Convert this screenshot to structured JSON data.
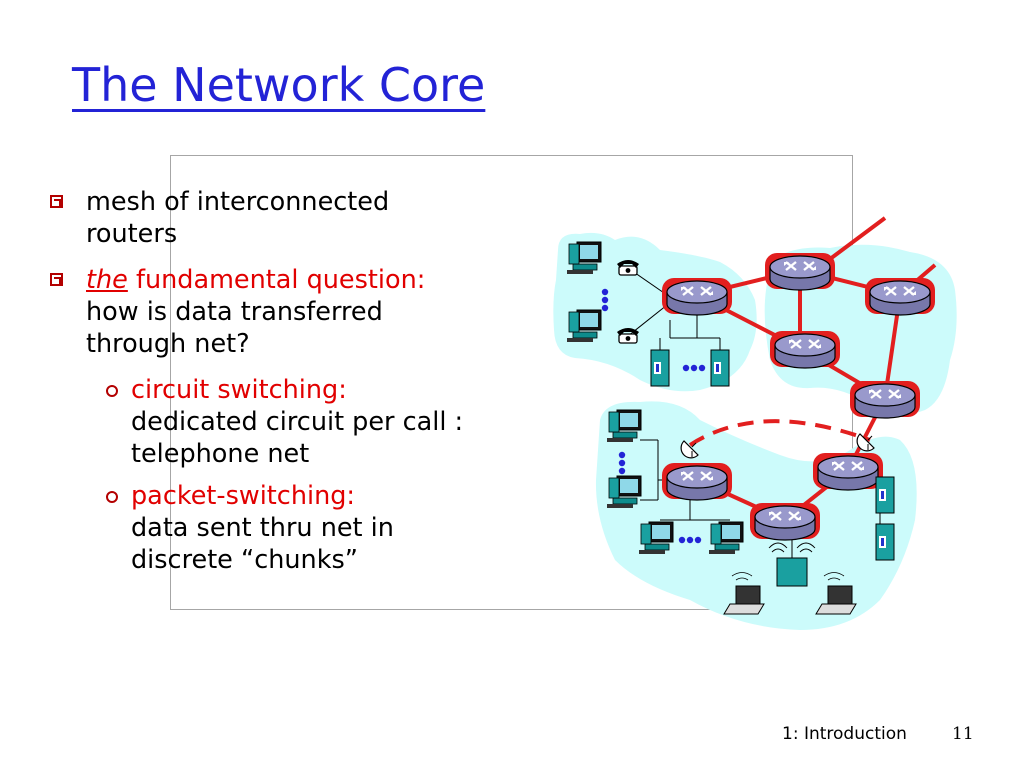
{
  "slide": {
    "title": "The Network Core",
    "footer": "1: Introduction",
    "page_number": "11"
  },
  "bullets": [
    {
      "lines": [
        "mesh of interconnected",
        "routers"
      ]
    },
    {
      "emph": "the",
      "rest": " fundamental question:",
      "lines": [
        "how is data transferred",
        "through net?"
      ]
    }
  ],
  "sub_bullets": [
    {
      "head": "circuit switching:",
      "lines": [
        "dedicated circuit per call :",
        "telephone net"
      ]
    },
    {
      "head": "packet-switching:",
      "lines": [
        "data sent thru net in",
        "discrete “chunks”"
      ]
    }
  ],
  "colors": {
    "title": "#2323d6",
    "emphasis": "#e10000",
    "bullet_marker": "#b30000",
    "cloud": "#ccfbfb",
    "router": "#9999cc",
    "link": "#e21f1f"
  },
  "icons": [
    "router-icon",
    "desktop-computer-icon",
    "telephone-icon",
    "server-icon",
    "laptop-icon",
    "base-station-icon",
    "satellite-dish-icon"
  ]
}
